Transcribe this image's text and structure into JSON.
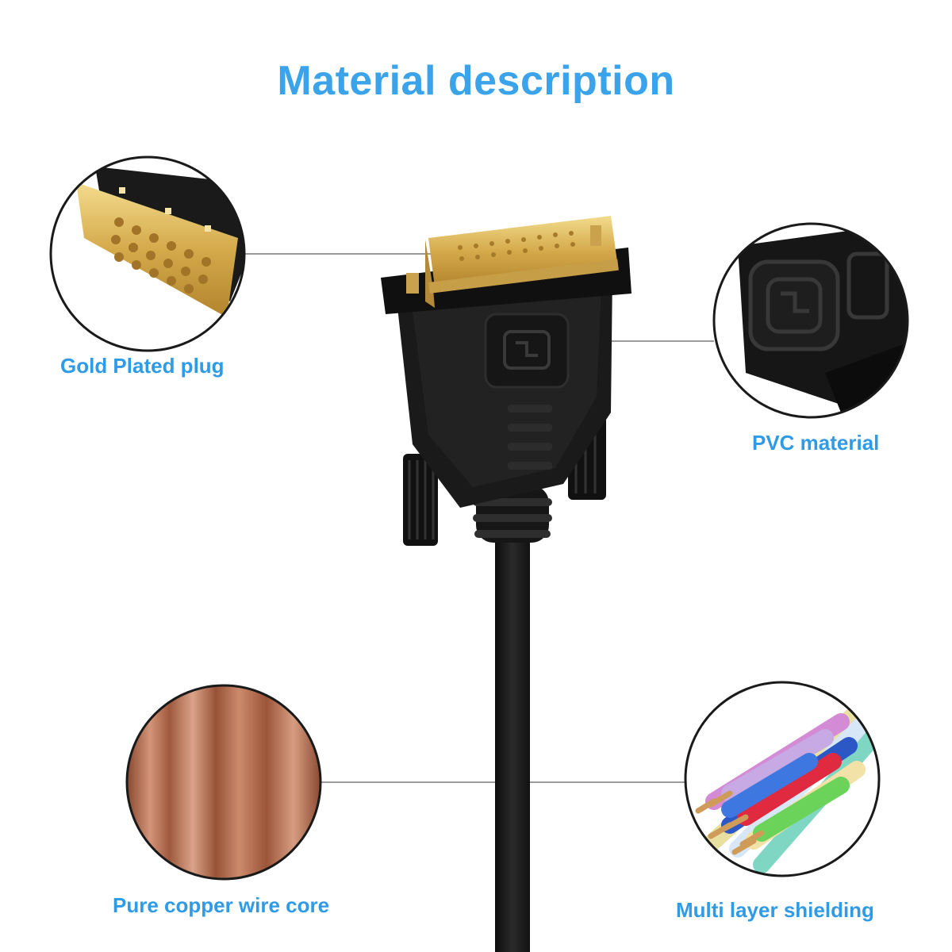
{
  "title": "Material description",
  "features": {
    "gold_plug": "Gold Plated plug",
    "pvc": "PVC material",
    "copper": "Pure copper wire core",
    "shielding": "Multi layer shielding"
  },
  "colors": {
    "heading_blue": "#3aa3ea",
    "gold": "#d8b45a",
    "black_plastic": "#1c1c1c",
    "copper": "#b86b4b"
  }
}
